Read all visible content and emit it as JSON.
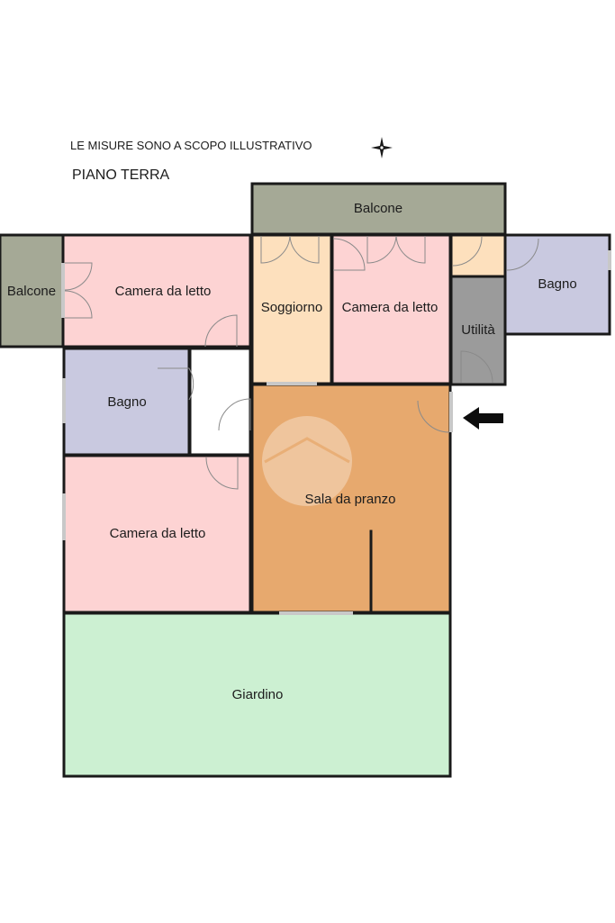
{
  "note": "LE MISURE SONO A SCOPO ILLUSTRATIVO",
  "floor_title": "PIANO TERRA",
  "compass_icon": "compass-north-icon",
  "entrance_icon": "arrow-left-icon",
  "watermark_icon": "house-logo-icon",
  "colors": {
    "balcony": "#a5a996",
    "bedroom": "#fdd3d3",
    "bathroom": "#c9c9e0",
    "living": "#fde0bd",
    "dining": "#e7a96e",
    "utility": "#9b9b9b",
    "garden": "#ccf0d2",
    "hall": "#ffffff",
    "wall": "#1a1a1a"
  },
  "rooms": {
    "balcone_top": "Balcone",
    "balcone_left": "Balcone",
    "camera_top_left": "Camera da letto",
    "soggiorno": "Soggiorno",
    "camera_top_right": "Camera da letto",
    "utilita": "Utilità",
    "bagno_right": "Bagno",
    "bagno_left": "Bagno",
    "camera_bottom": "Camera da letto",
    "sala_da_pranzo": "Sala da pranzo",
    "giardino": "Giardino"
  }
}
